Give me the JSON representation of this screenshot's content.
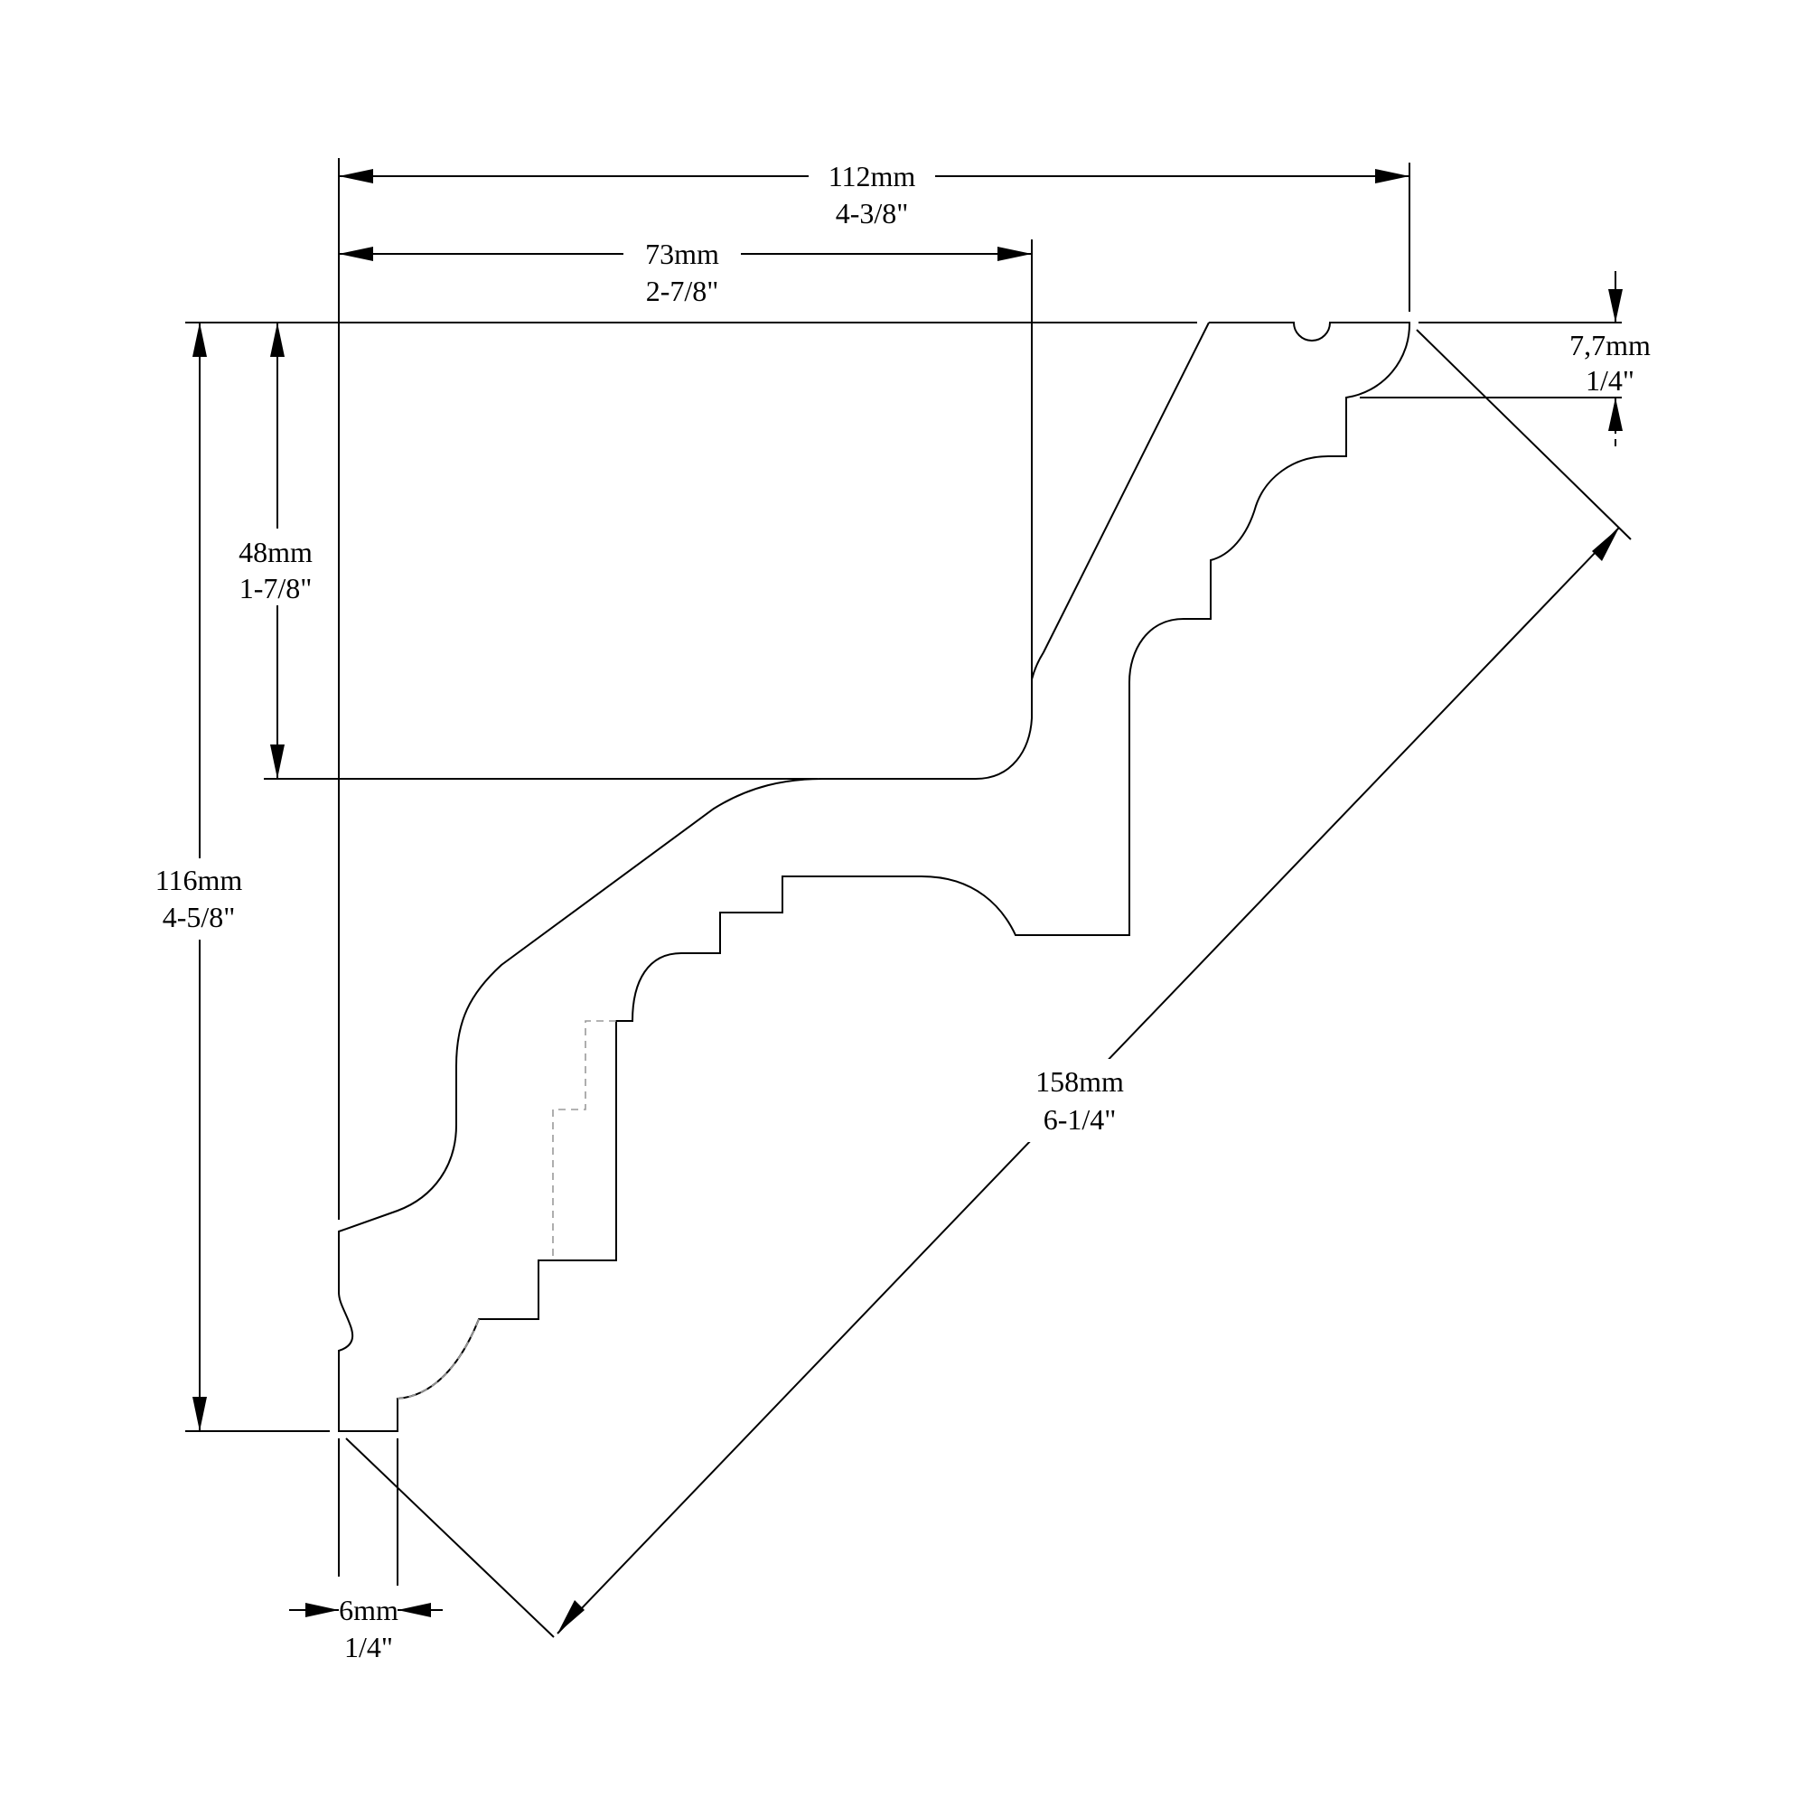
{
  "dimensions": {
    "overall_width": {
      "metric": "112mm",
      "imperial": "4-3/8\""
    },
    "top_width": {
      "metric": "73mm",
      "imperial": "2-7/8\""
    },
    "wall_height": {
      "metric": "48mm",
      "imperial": "1-7/8\""
    },
    "overall_height": {
      "metric": "116mm",
      "imperial": "4-5/8\""
    },
    "diagonal": {
      "metric": "158mm",
      "imperial": "6-1/4\""
    },
    "top_lip": {
      "metric": "7,7mm",
      "imperial": "1/4\""
    },
    "bottom_lip": {
      "metric": "6mm",
      "imperial": "1/4\""
    }
  },
  "colors": {
    "line": "#000000",
    "hidden_line": "#9a9a9a",
    "background": "#ffffff"
  }
}
